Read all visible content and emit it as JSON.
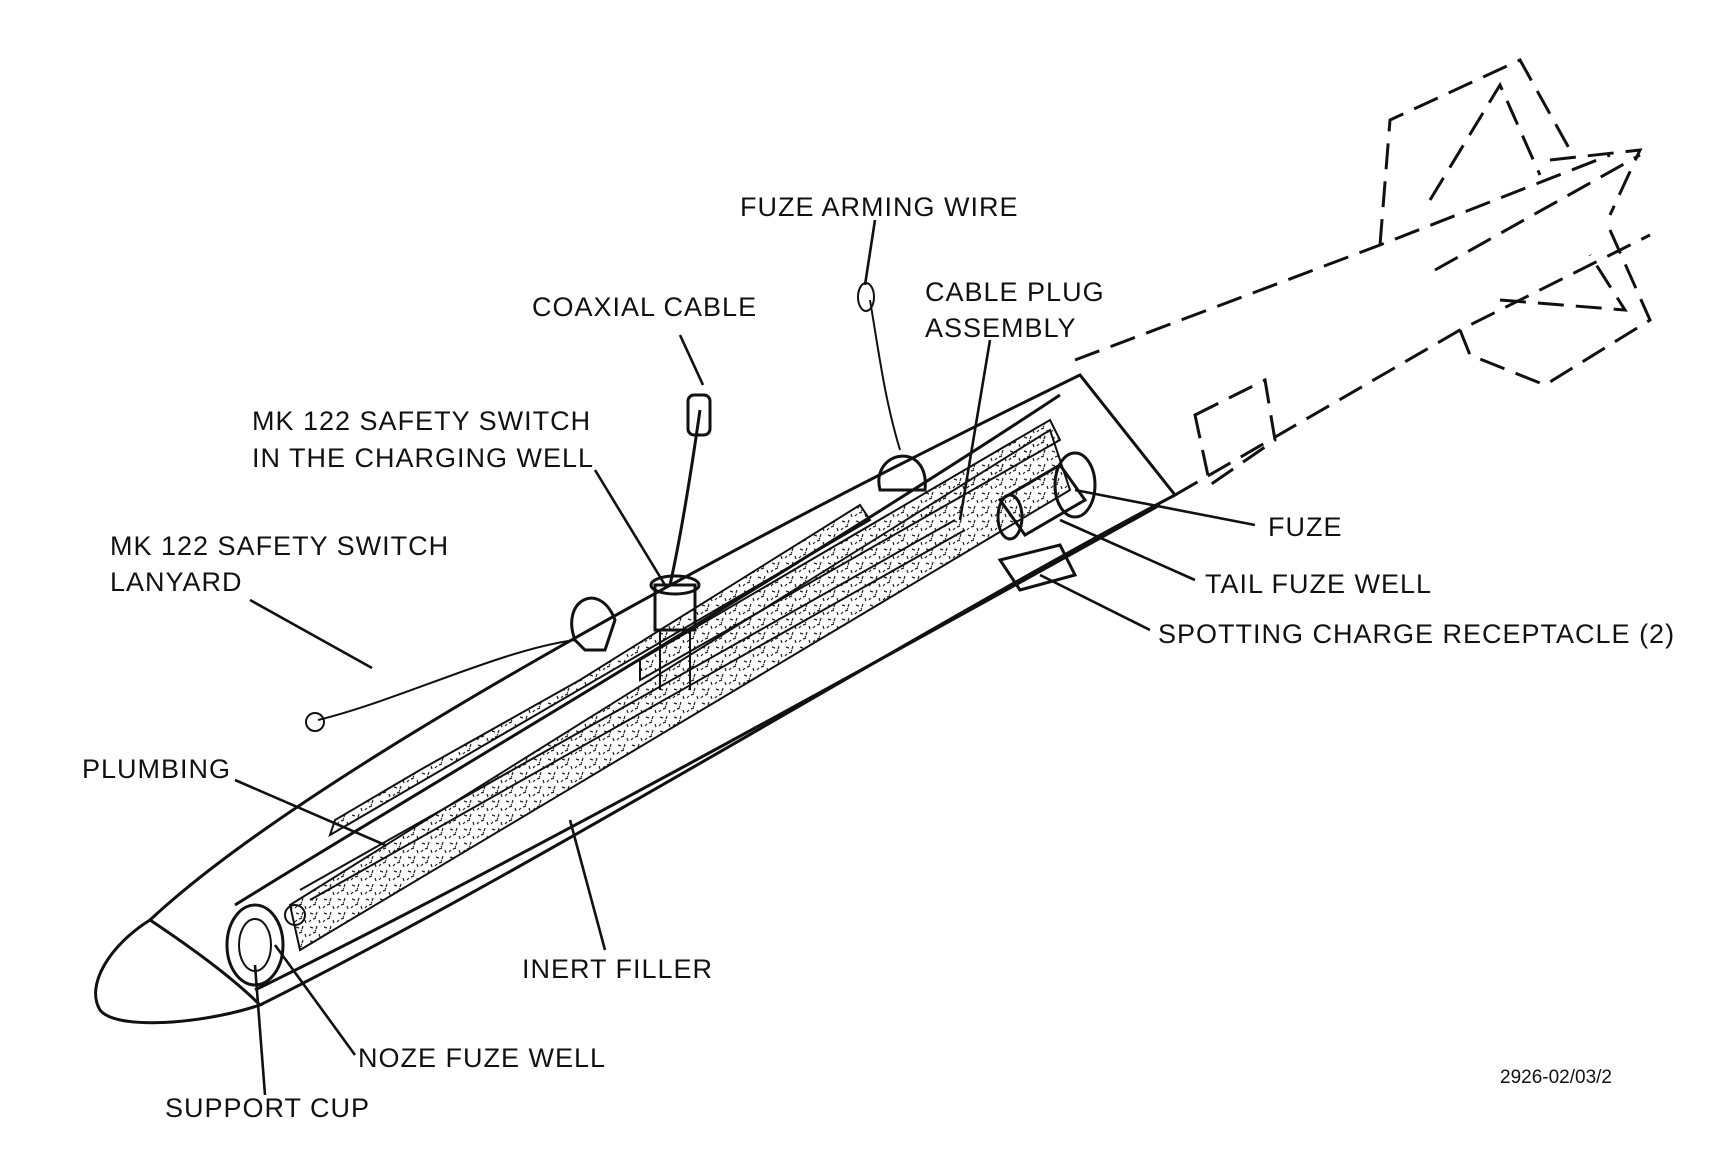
{
  "labels": {
    "fuze_arming_wire": "FUZE ARMING WIRE",
    "coaxial_cable": "COAXIAL CABLE",
    "cable_plug_line1": "CABLE PLUG",
    "cable_plug_line2": "ASSEMBLY",
    "safety_switch_well_line1": "MK 122 SAFETY SWITCH",
    "safety_switch_well_line2": "IN THE CHARGING WELL",
    "safety_switch_lanyard_line1": "MK 122 SAFETY SWITCH",
    "safety_switch_lanyard_line2": "LANYARD",
    "fuze": "FUZE",
    "tail_fuze_well": "TAIL FUZE WELL",
    "spotting_charge": "SPOTTING CHARGE RECEPTACLE (2)",
    "plumbing": "PLUMBING",
    "inert_filler": "INERT FILLER",
    "nose_fuze_well": "NOZE FUZE WELL",
    "support_cup": "SUPPORT CUP"
  },
  "figure_id": "2926-02/03/2"
}
